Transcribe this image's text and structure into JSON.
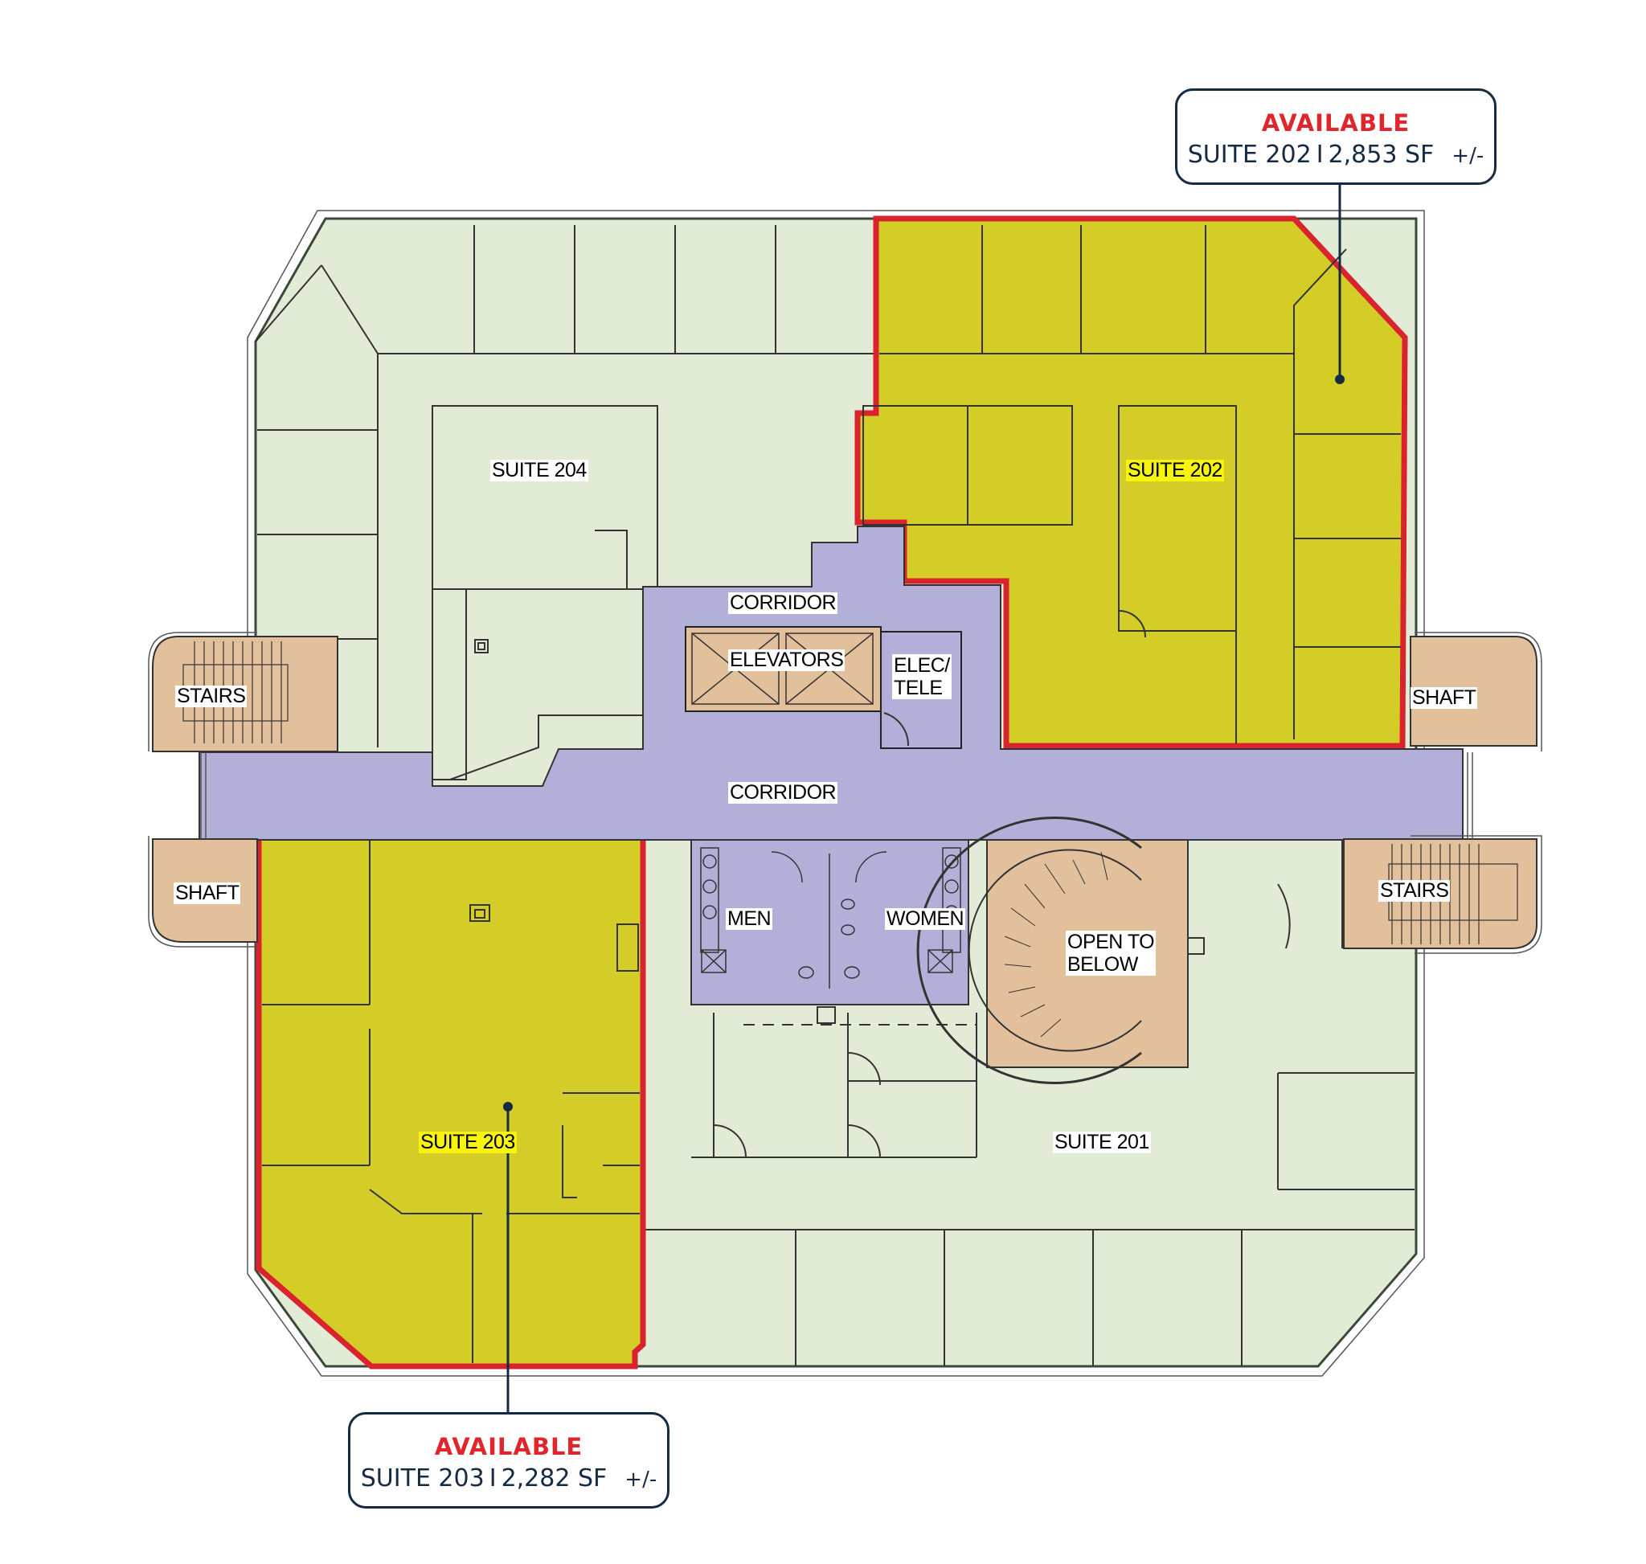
{
  "colors": {
    "common_area": "#b2afd8",
    "tenant_space": "#e2ebd6",
    "available_suite": "#d4cd28",
    "core_service": "#e2c09c",
    "available_outline": "#d9232d",
    "callout_border": "#142a45",
    "available_text": "#e0262b",
    "label_highlight": "#f7f30a"
  },
  "rooms": {
    "suite_204": "SUITE 204",
    "suite_202": "SUITE 202",
    "suite_203": "SUITE 203",
    "suite_201": "SUITE 201",
    "corridor_upper": "CORRIDOR",
    "corridor_main": "CORRIDOR",
    "elevators": "ELEVATORS",
    "elec_tele_line1": "ELEC/",
    "elec_tele_line2": "TELE",
    "stairs_west": "STAIRS",
    "stairs_east": "STAIRS",
    "shaft_west": "SHAFT",
    "shaft_east": "SHAFT",
    "men": "MEN",
    "women": "WOMEN",
    "open_to_below_line1": "OPEN TO",
    "open_to_below_line2": "BELOW"
  },
  "callouts": [
    {
      "status": "AVAILABLE",
      "suite": "SUITE 202",
      "separator": "I",
      "area": "2,853 SF",
      "tolerance": "+/-"
    },
    {
      "status": "AVAILABLE",
      "suite": "SUITE 203",
      "separator": "I",
      "area": "2,282 SF",
      "tolerance": "+/-"
    }
  ]
}
